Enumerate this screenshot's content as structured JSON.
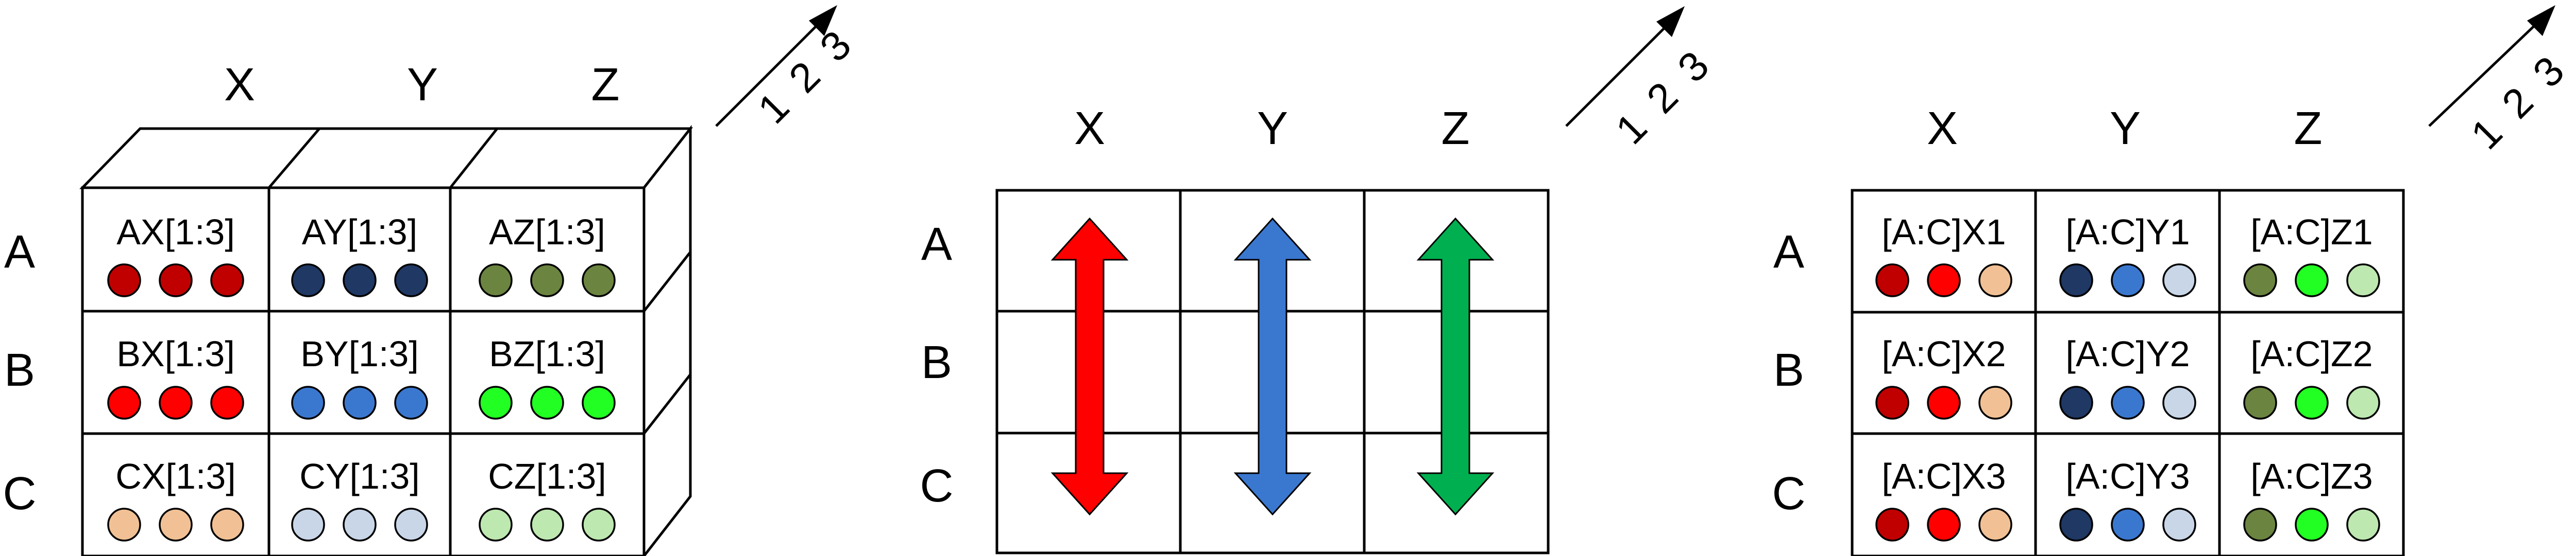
{
  "panel1": {
    "columns": [
      "X",
      "Y",
      "Z"
    ],
    "rows": [
      "A",
      "B",
      "C"
    ],
    "axis_numbers": [
      "1",
      "2",
      "3"
    ],
    "cells": [
      [
        "AX[1:3]",
        "AY[1:3]",
        "AZ[1:3]"
      ],
      [
        "BX[1:3]",
        "BY[1:3]",
        "BZ[1:3]"
      ],
      [
        "CX[1:3]",
        "CY[1:3]",
        "CZ[1:3]"
      ]
    ],
    "dot_colors": [
      [
        [
          "#c00000",
          "#c00000",
          "#c00000"
        ],
        [
          "#1f3864",
          "#1f3864",
          "#1f3864"
        ],
        [
          "#6b8440",
          "#6b8440",
          "#6b8440"
        ]
      ],
      [
        [
          "#ff0000",
          "#ff0000",
          "#ff0000"
        ],
        [
          "#3a78d0",
          "#3a78d0",
          "#3a78d0"
        ],
        [
          "#22ff22",
          "#22ff22",
          "#22ff22"
        ]
      ],
      [
        [
          "#f1c195",
          "#f1c195",
          "#f1c195"
        ],
        [
          "#c8d6e8",
          "#c8d6e8",
          "#c8d6e8"
        ],
        [
          "#bde8b0",
          "#bde8b0",
          "#bde8b0"
        ]
      ]
    ]
  },
  "panel2": {
    "columns": [
      "X",
      "Y",
      "Z"
    ],
    "rows": [
      "A",
      "B",
      "C"
    ],
    "axis_numbers": [
      "1",
      "2",
      "3"
    ],
    "arrow_colors": [
      "#ff0000",
      "#3a78d0",
      "#00b050"
    ]
  },
  "panel3": {
    "columns": [
      "X",
      "Y",
      "Z"
    ],
    "rows": [
      "A",
      "B",
      "C"
    ],
    "axis_numbers": [
      "1",
      "2",
      "3"
    ],
    "cells": [
      [
        "[A:C]X1",
        "[A:C]Y1",
        "[A:C]Z1"
      ],
      [
        "[A:C]X2",
        "[A:C]Y2",
        "[A:C]Z2"
      ],
      [
        "[A:C]X3",
        "[A:C]Y3",
        "[A:C]Z3"
      ]
    ],
    "dot_colors": [
      [
        "#c00000",
        "#ff0000",
        "#f1c195"
      ],
      [
        "#1f3864",
        "#3a78d0",
        "#c8d6e8"
      ],
      [
        "#6b8440",
        "#22ff22",
        "#bde8b0"
      ]
    ]
  }
}
